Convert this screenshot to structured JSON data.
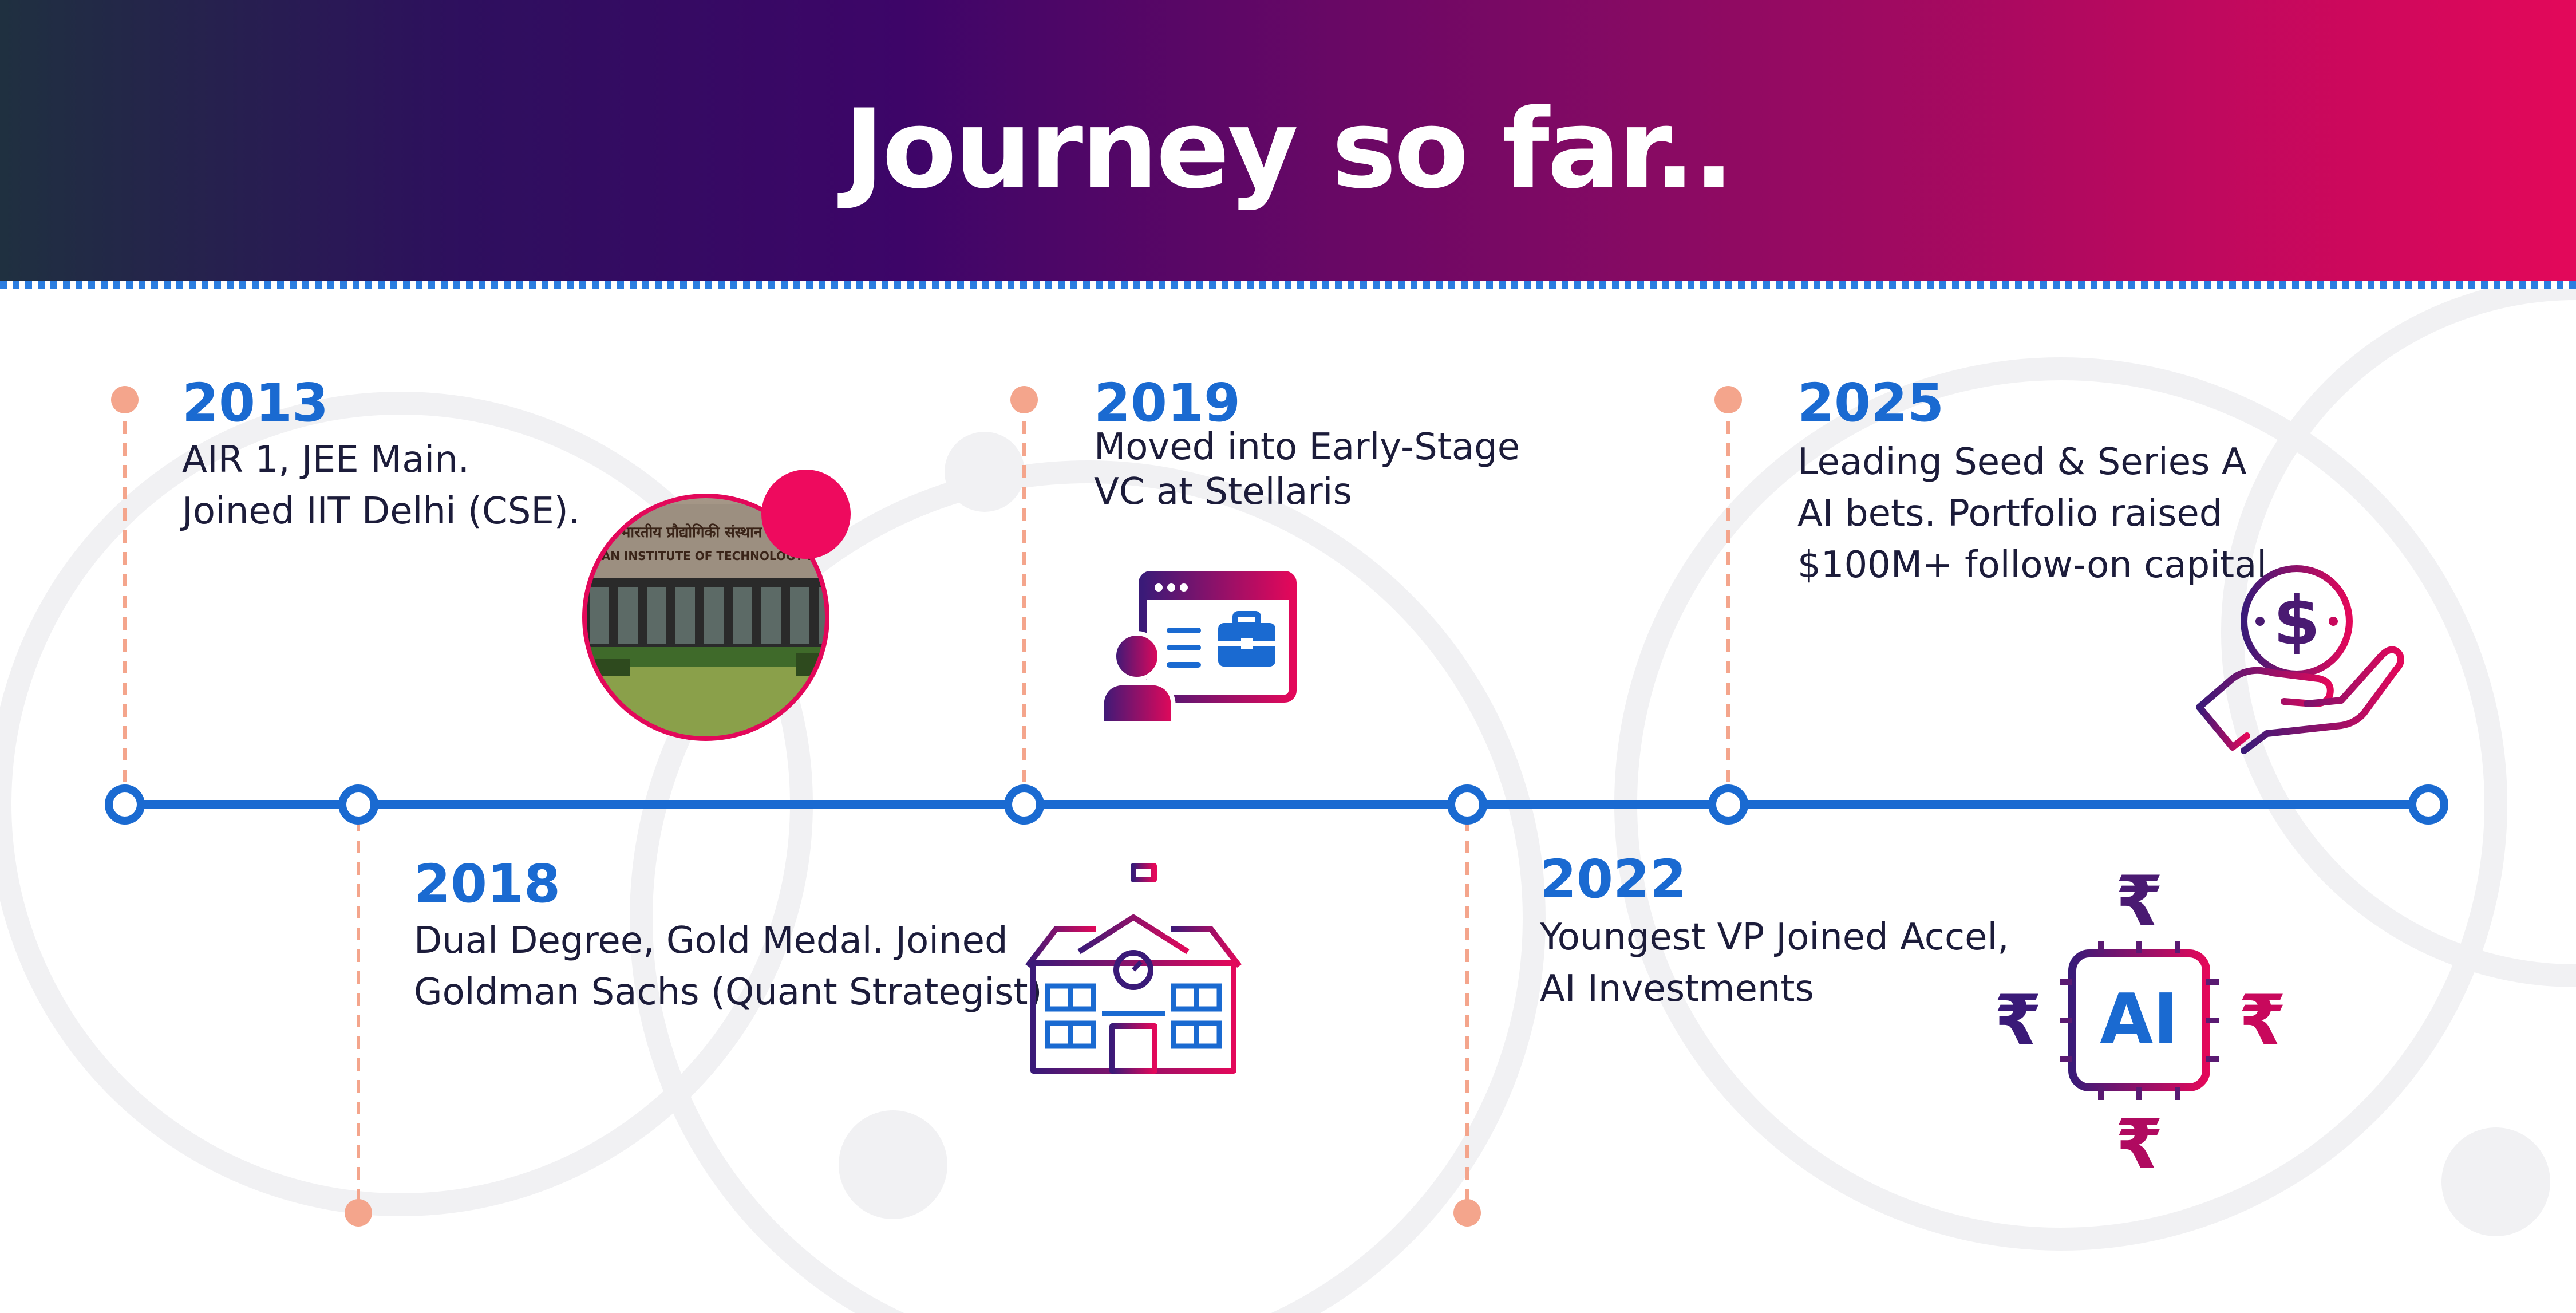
{
  "title": "Journey so far..",
  "colors": {
    "accent_blue": "#1a6ad1",
    "gradient_start": "#1f3040",
    "gradient_end": "#e3085a",
    "connector": "#f4a58c"
  },
  "milestones": [
    {
      "year": "2013",
      "lines": [
        "AIR 1, JEE Main.",
        "Joined IIT Delhi (CSE)."
      ],
      "icon": "iit-delhi-photo"
    },
    {
      "year": "2018",
      "lines": [
        "Dual Degree, Gold Medal. Joined",
        "Goldman Sachs (Quant Strategist)"
      ],
      "icon": "school-building-icon"
    },
    {
      "year": "2019",
      "lines": [
        "Moved into Early-Stage",
        "VC at Stellaris"
      ],
      "icon": "job-portal-icon"
    },
    {
      "year": "2022",
      "lines": [
        "Youngest VP Joined Accel,",
        "AI Investments"
      ],
      "icon": "ai-rupee-icon"
    },
    {
      "year": "2025",
      "lines": [
        "Leading Seed & Series A",
        "AI bets. Portfolio raised",
        "$100M+ follow-on capital"
      ],
      "icon": "dollar-hand-icon"
    }
  ],
  "photo": {
    "sign_hindi": "भारतीय प्रौद्योगिकी संस्थान दिल्ली",
    "sign_english": "INDIAN INSTITUTE OF TECHNOLOGY DELHI"
  },
  "ai_icon": {
    "label": "AI",
    "currency_symbol": "₹"
  },
  "dollar_icon": {
    "symbol": "$"
  }
}
